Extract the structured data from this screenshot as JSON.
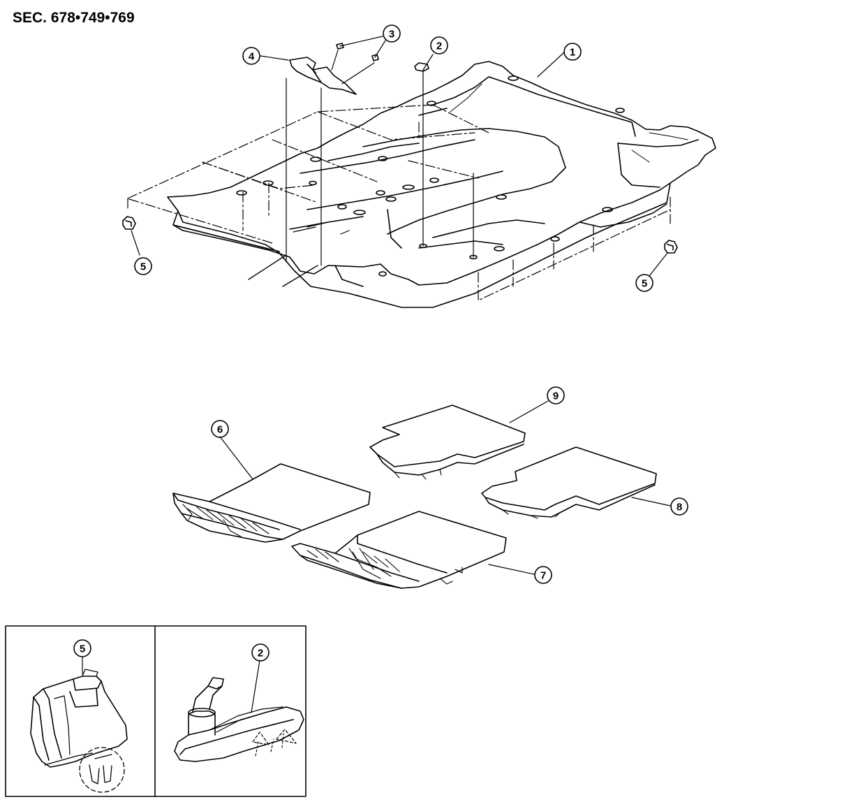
{
  "section_code": "SEC. 678•749•769",
  "callouts": {
    "main": [
      {
        "id": "1",
        "label": "1"
      },
      {
        "id": "2",
        "label": "2"
      },
      {
        "id": "3",
        "label": "3"
      },
      {
        "id": "4",
        "label": "4"
      },
      {
        "id": "5a",
        "label": "5"
      },
      {
        "id": "5b",
        "label": "5"
      }
    ],
    "mats": [
      {
        "id": "6",
        "label": "6"
      },
      {
        "id": "7",
        "label": "7"
      },
      {
        "id": "8",
        "label": "8"
      },
      {
        "id": "9",
        "label": "9"
      }
    ],
    "details": [
      {
        "id": "detail-5",
        "label": "5"
      },
      {
        "id": "detail-2",
        "label": "2"
      }
    ]
  },
  "colors": {
    "line": "#000000",
    "background": "#ffffff"
  }
}
